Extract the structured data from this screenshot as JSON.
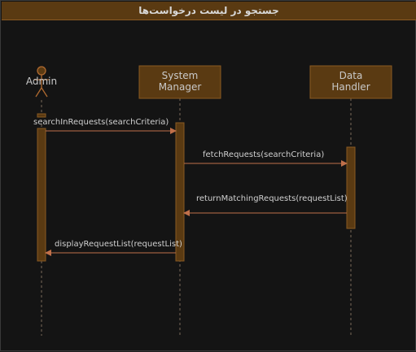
{
  "title": "جستجو در لیست درخواست‌ها",
  "participants": {
    "admin": {
      "label": "Admin",
      "type": "actor"
    },
    "system_manager": {
      "label": "System\nManager",
      "type": "box"
    },
    "data_handler": {
      "label": "Data\nHandler",
      "type": "box"
    }
  },
  "messages": [
    {
      "from": "admin",
      "to": "system_manager",
      "label": "searchInRequests(searchCriteria)"
    },
    {
      "from": "system_manager",
      "to": "data_handler",
      "label": "fetchRequests(searchCriteria)"
    },
    {
      "from": "data_handler",
      "to": "system_manager",
      "label": "returnMatchingRequests(requestList)"
    },
    {
      "from": "system_manager",
      "to": "admin",
      "label": "displayRequestList(requestList)"
    }
  ],
  "colors": {
    "box_fill": "#5a3a12",
    "box_border": "#8a5a22",
    "line": "#c0704a",
    "lifeline": "#7a6a5a"
  }
}
